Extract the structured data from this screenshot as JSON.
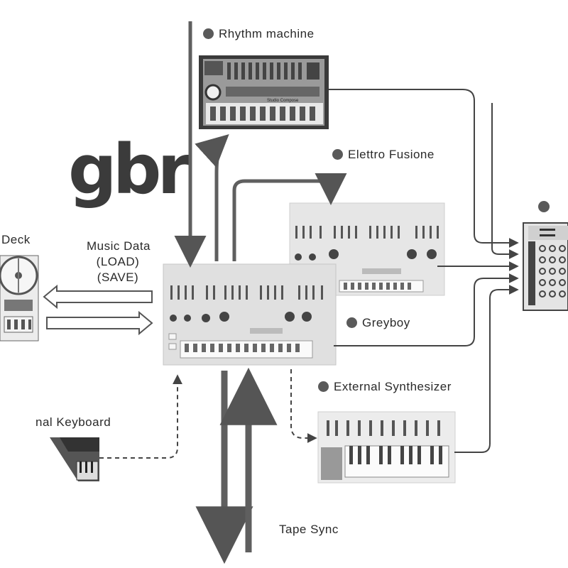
{
  "diagram": {
    "logo_text": "gbr",
    "devices": {
      "rhythm_machine": "Rhythm machine",
      "elettro_fusione": "Elettro Fusione",
      "greyboy": "Greyboy",
      "external_synth": "External Synthesizer",
      "tape_deck": "Deck",
      "keyboard": "nal Keyboard",
      "rhythm_panel_text": "Studio Compose"
    },
    "connections": {
      "music_data": "Music Data",
      "load": "LOAD",
      "save": "SAVE",
      "tape_sync": "Tape Sync"
    }
  }
}
